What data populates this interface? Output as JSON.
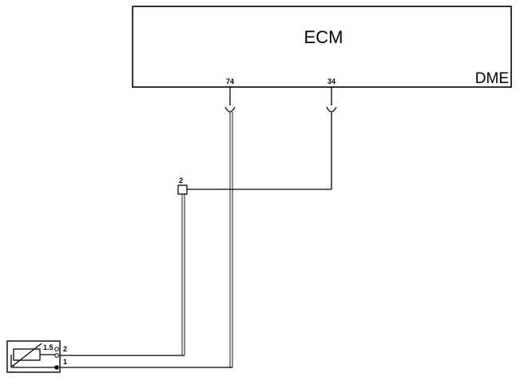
{
  "ecm": {
    "name": "ECM",
    "system": "DME",
    "pins": [
      "74",
      "34"
    ]
  },
  "splice": {
    "label": "2"
  },
  "sensor": {
    "pin_top_label": "1.5",
    "pin_mid_label": "2",
    "pin_bottom_label": "1"
  }
}
